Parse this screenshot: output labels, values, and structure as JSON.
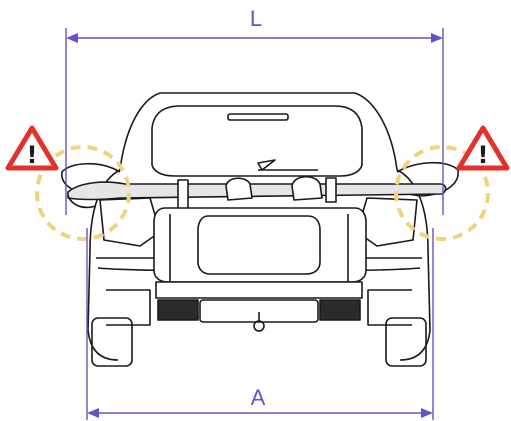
{
  "dimensions": {
    "top_label": "L",
    "bottom_label": "A"
  },
  "warnings": {
    "left_symbol": "!",
    "right_symbol": "!"
  },
  "colors": {
    "dimension_line": "#6a4fc6",
    "warning_triangle": "#e2322b",
    "warning_zone": "#f2d27a",
    "car_outline": "#1a1a1a"
  },
  "icons": {
    "warning": "warning-triangle-icon",
    "car": "car-rear-view",
    "carrier": "rear-ski-carrier"
  }
}
